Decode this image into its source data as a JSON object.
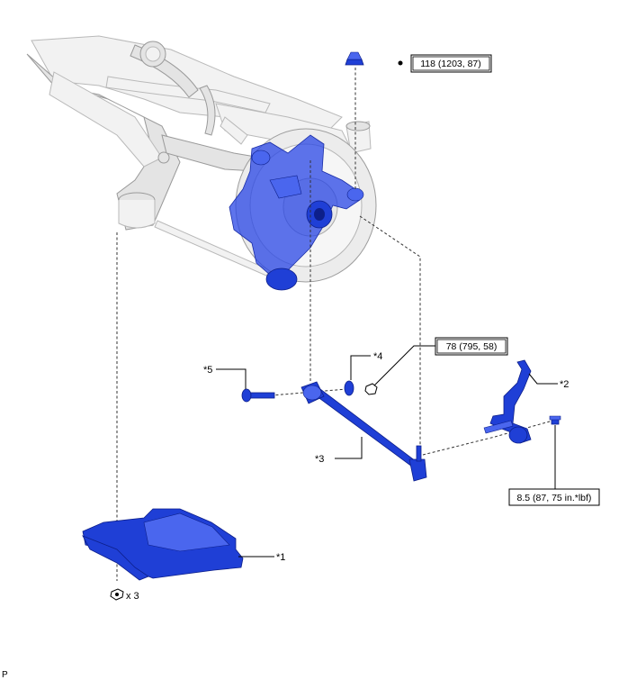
{
  "callouts": {
    "c1": "*1",
    "c2": "*2",
    "c3": "*3",
    "c4": "*4",
    "c5": "*5"
  },
  "torque": {
    "t1": "118 (1203, 87)",
    "t2": "78 (795, 58)",
    "t3": "8.5 (87, 75 in.*lbf)"
  },
  "quantity_label": "x 3",
  "corner_code": "P",
  "colors": {
    "part_blue": "#1f3fd6",
    "frame_gray": "#e4e4e4",
    "leader_black": "#000000"
  }
}
